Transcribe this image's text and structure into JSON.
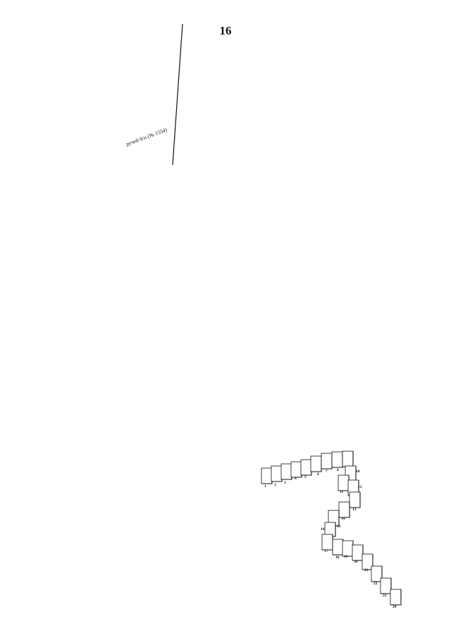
{
  "page": {
    "number": "16"
  },
  "map": {
    "stream_label": "ручей б/н (№ 1554)",
    "highlighted_sheet": "16",
    "sheet_labels": [
      "1",
      "2",
      "3",
      "4",
      "5",
      "6",
      "7",
      "8",
      "9",
      "10",
      "11",
      "12",
      "13",
      "14",
      "15",
      "16",
      "17",
      "18",
      "19",
      "20",
      "21",
      "22",
      "23",
      "24"
    ]
  },
  "colors": {
    "line": "#111111",
    "background": "#ffffff"
  }
}
